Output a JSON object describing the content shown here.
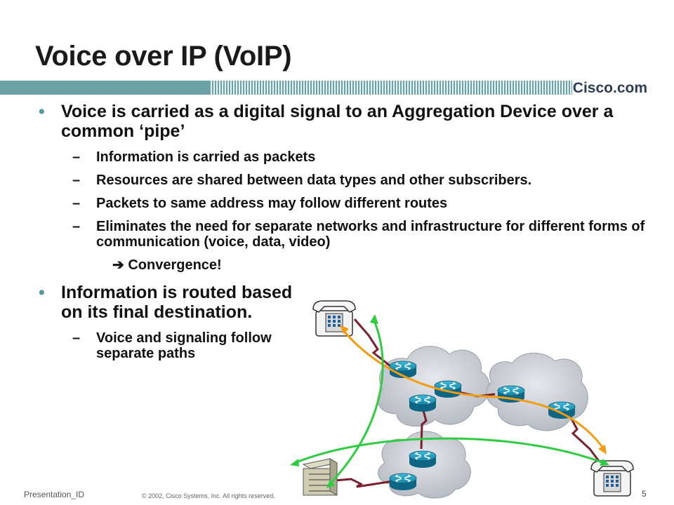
{
  "slide": {
    "title": "Voice over IP (VoIP)",
    "brand": "Cisco.com",
    "bullets": [
      {
        "text": "Voice is carried as a digital signal to an Aggregation Device over a common ‘pipe’",
        "subs": [
          "Information is carried as packets",
          "Resources are shared between data types and other subscribers.",
          "Packets to same address may follow different routes",
          "Eliminates the need for separate networks and infrastructure for different forms of communication (voice, data, video)"
        ],
        "arrow_text": "Convergence!"
      },
      {
        "text": "Information is routed based on its final destination.",
        "subs": [
          "Voice and signaling follow separate paths"
        ]
      }
    ],
    "footer": {
      "presentation_id": "Presentation_ID",
      "copyright": "© 2002, Cisco Systems, Inc. All rights reserved.",
      "page_number": "5"
    }
  },
  "colors": {
    "band": "#6aa2a5",
    "bullet": "#4f9aa0",
    "cloud": "#c9cdd4",
    "router": "#1b8fb0",
    "trunk_link": "#7a1f2e",
    "voice_path": "#f39c12",
    "signaling_path": "#2ecc40"
  },
  "icons": [
    "telephone-icon",
    "router-icon",
    "cloud-icon",
    "server-icon"
  ]
}
